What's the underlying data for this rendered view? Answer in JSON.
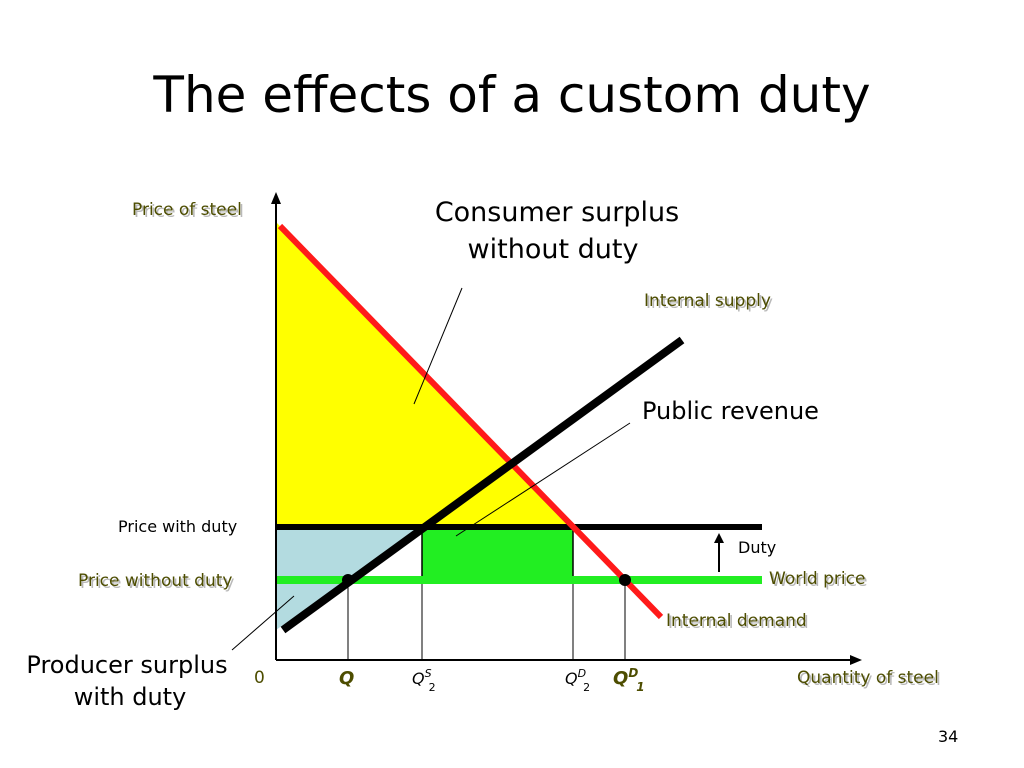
{
  "slide": {
    "title": "The effects of a custom duty",
    "page_number": "34"
  },
  "diagram": {
    "y_axis_label": "Price of steel",
    "x_axis_label": "Quantity of steel",
    "origin_label": "0",
    "price_with_duty_label": "Price with duty",
    "price_without_duty_label": "Price without duty",
    "internal_supply_label": "Internal supply",
    "internal_demand_label": "Internal demand",
    "world_price_label": "World price",
    "duty_label": "Duty",
    "public_revenue_label": "Public revenue",
    "consumer_surplus_line1": "Consumer surplus",
    "consumer_surplus_line2": "without duty",
    "producer_surplus_line1": "Producer surplus",
    "producer_surplus_line2": "with duty",
    "q_labels": {
      "q": "Q",
      "qs2_base": "Q",
      "qs2_sup": "S",
      "qs2_sub": "2",
      "qd2_base": "Q",
      "qd2_sup": "D",
      "qd2_sub": "2",
      "qd1_base": "Q",
      "qd1_sup": "D",
      "qd1_sub": "1"
    },
    "colors": {
      "demand": "#ff1a1a",
      "supply": "#000000",
      "world_price": "#22ee22",
      "consumer_surplus": "#ffff00",
      "producer_surplus": "#b3dbe0",
      "public_revenue": "#22ee22",
      "olive_text": "#4d4d00"
    }
  }
}
